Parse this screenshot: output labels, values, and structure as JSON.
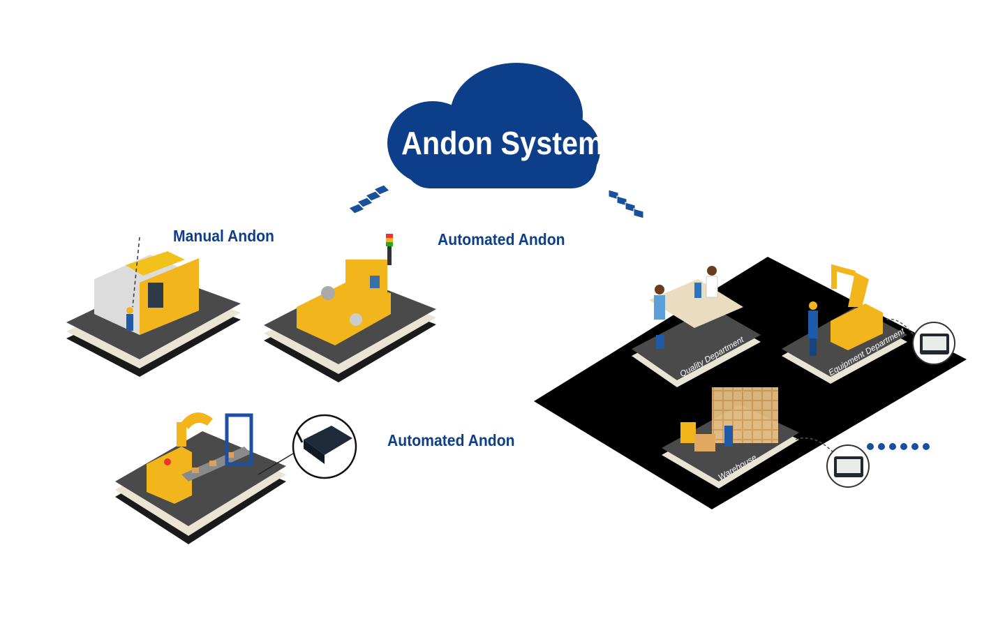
{
  "cloud": {
    "title": "Andon System",
    "color": "#0d3e8a"
  },
  "labels": {
    "manual_andon": "Manual Andon",
    "automated_andon_top": "Automated Andon",
    "automated_andon_bottom": "Automated Andon"
  },
  "departments": {
    "quality": "Quality Department",
    "equipment": "Equipment Department",
    "warehouse": "Warehouse"
  },
  "colors": {
    "brand_blue": "#0d3e8a",
    "machine_yellow": "#f2b51c",
    "platform_dark": "#3c3c3c",
    "floor": "#000000"
  },
  "icons": [
    "up-arrows-icon",
    "down-arrows-icon",
    "ellipsis-dots-icon"
  ]
}
